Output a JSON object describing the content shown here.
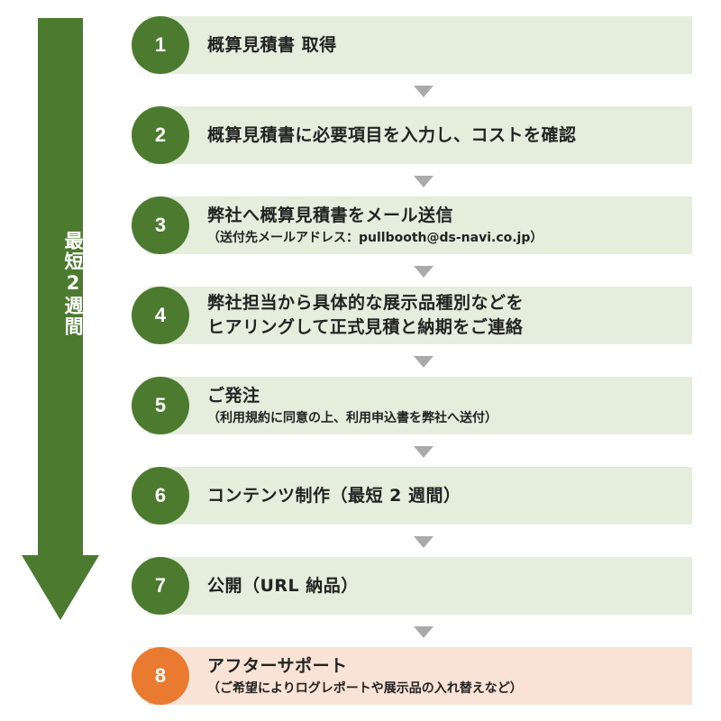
{
  "timeline": {
    "label": "最短2週間"
  },
  "colors": {
    "green": "#4c7a2f",
    "green_bar": "#e5eedc",
    "orange": "#ea7a30",
    "orange_bar": "#f9e3d6",
    "connector": "#aaaaaa"
  },
  "steps": [
    {
      "number": "1",
      "title": "概算見積書 取得",
      "subtitle": ""
    },
    {
      "number": "2",
      "title": "概算見積書に必要項目を入力し、コストを確認",
      "subtitle": ""
    },
    {
      "number": "3",
      "title": "弊社へ概算見積書をメール送信",
      "subtitle": "（送付先メールアドレス：pullbooth@ds-navi.co.jp）"
    },
    {
      "number": "4",
      "title": "弊社担当から具体的な展示品種別などを",
      "title_line2": "ヒアリングして正式見積と納期をご連絡",
      "subtitle": ""
    },
    {
      "number": "5",
      "title": "ご発注",
      "subtitle": "（利用規約に同意の上、利用申込書を弊社へ送付）"
    },
    {
      "number": "6",
      "title": "コンテンツ制作（最短 2 週間）",
      "subtitle": ""
    },
    {
      "number": "7",
      "title": "公開（URL 納品）",
      "subtitle": ""
    },
    {
      "number": "8",
      "title": "アフターサポート",
      "subtitle": "（ご希望によりログレポートや展示品の入れ替えなど）"
    }
  ]
}
